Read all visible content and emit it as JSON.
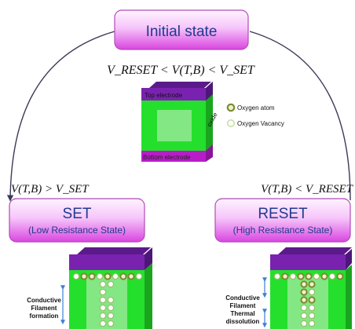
{
  "initial_box": {
    "title": "Initial state"
  },
  "condition_top": {
    "text": "V_RESET < V(T,B) < V_SET"
  },
  "device_initial": {
    "top_label": "Top electrode",
    "side_label": "oxide",
    "bottom_label": "Bottom electrode"
  },
  "legend": {
    "oxygen_atom": "Oxygen atom",
    "oxygen_vacancy": "Oxygen Vacancy"
  },
  "condition_left": {
    "text": "V(T,B) > V_SET"
  },
  "condition_right": {
    "text": "V(T,B) < V_RESET"
  },
  "set_box": {
    "title": "SET",
    "subtitle": "(Low Resistance State)"
  },
  "reset_box": {
    "title": "RESET",
    "subtitle": "(High Resistance State)"
  },
  "set_annotation": [
    "Conductive",
    "Filament",
    "formation"
  ],
  "reset_annotation": [
    "Conductive",
    "Filament",
    "Thermal",
    "dissolution"
  ],
  "colors": {
    "box_fill_top": "#fde7ff",
    "box_fill_bottom": "#e25be8",
    "electrode_top": "#7a22b0",
    "electrode_bottom": "#b81cc9",
    "oxide_green": "#24e02c",
    "oxide_inner": "#8ee88e",
    "title_blue": "#1f3a8f",
    "atom_olive": "#7c8a2e"
  }
}
